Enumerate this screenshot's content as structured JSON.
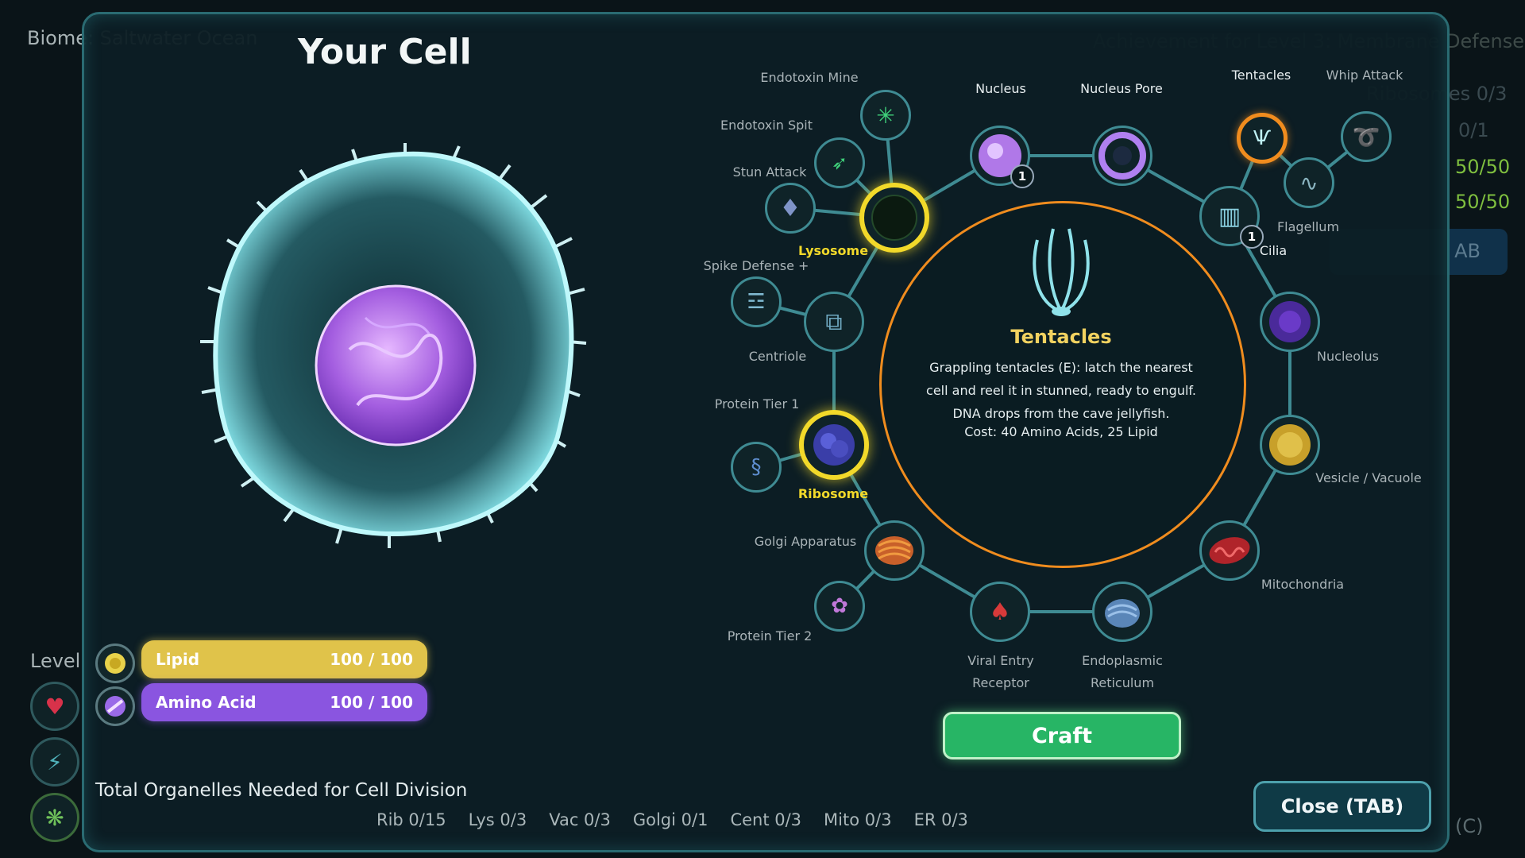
{
  "hud": {
    "biome": "Biome: Saltwater Ocean",
    "achievement": "Achievement for Level 3: Membrane Defense",
    "level_label": "Level",
    "ribosomes": "Ribosomes 0/3",
    "stat2": "0/1",
    "stat3": "50/50",
    "stat4": "50/50",
    "tab_hint": "AB",
    "c_hint": "(C)"
  },
  "panel": {
    "title": "Your Cell",
    "resources": [
      {
        "name": "Lipid",
        "value": "100 / 100",
        "fill": 1.0,
        "color": "#e0c34a"
      },
      {
        "name": "Amino Acid",
        "value": "100 / 100",
        "fill": 1.0,
        "color": "#8a55e0"
      }
    ],
    "division_title": "Total Organelles Needed for Cell Division",
    "counts": [
      "Rib 0/15",
      "Lys 0/3",
      "Vac 0/3",
      "Golgi 0/1",
      "Cent 0/3",
      "Mito 0/3",
      "ER 0/3"
    ]
  },
  "tree": {
    "labels": {
      "endotoxin_mine": "Endotoxin Mine",
      "endotoxin_spit": "Endotoxin Spit",
      "stun_attack": "Stun Attack",
      "lysosome": "Lysosome",
      "spike_defense": "Spike Defense +",
      "centriole": "Centriole",
      "protein_tier_1": "Protein Tier 1",
      "ribosome": "Ribosome",
      "golgi": "Golgi Apparatus",
      "protein_tier_2": "Protein Tier 2",
      "viral_entry_1": "Viral Entry",
      "viral_entry_2": "Receptor",
      "er_1": "Endoplasmic",
      "er_2": "Reticulum",
      "mitochondria": "Mitochondria",
      "vesicle": "Vesicle / Vacuole",
      "nucleolus": "Nucleolus",
      "cilia": "Cilia",
      "flagellum": "Flagellum",
      "tentacles": "Tentacles",
      "whip_attack": "Whip Attack",
      "nucleus": "Nucleus",
      "nucleus_pore": "Nucleus Pore"
    },
    "badges": {
      "nucleus": "1",
      "cilia": "1"
    }
  },
  "detail": {
    "name": "Tentacles",
    "description": "Grappling tentacles (E): latch the nearest cell and reel it in stunned, ready to engulf. DNA drops from the cave jellyfish.",
    "cost": "Cost: 40 Amino Acids, 25 Lipid"
  },
  "buttons": {
    "craft": "Craft",
    "close": "Close  (TAB)"
  }
}
